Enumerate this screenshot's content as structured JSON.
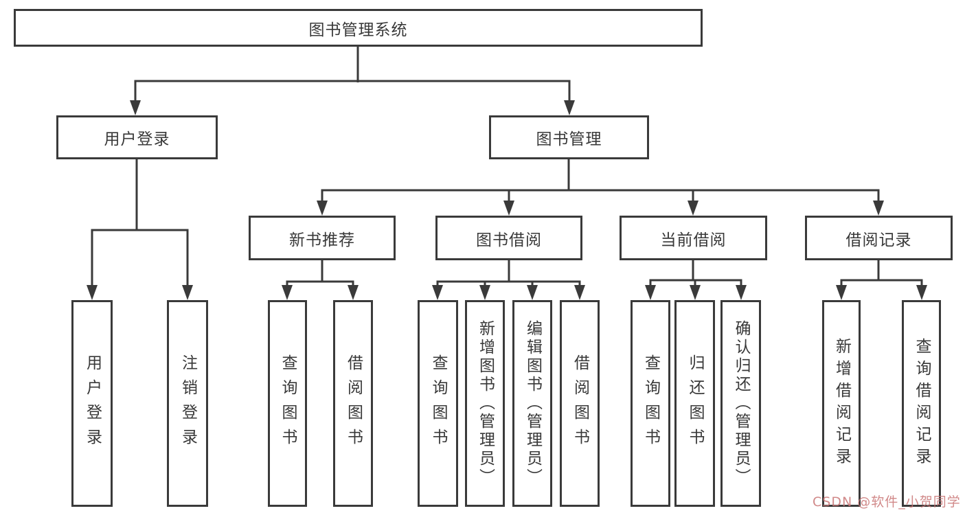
{
  "diagram": {
    "root": "图书管理系统",
    "level2": {
      "user_login": "用户登录",
      "book_mgmt": "图书管理"
    },
    "level3": {
      "new_book_rec": "新书推荐",
      "book_borrow": "图书借阅",
      "current_borrow": "当前借阅",
      "borrow_records": "借阅记录"
    },
    "leaves": {
      "login": "用户登录",
      "logout": "注销登录",
      "rec_query_book": "查询图书",
      "rec_borrow_book": "借阅图书",
      "bor_query_book": "查询图书",
      "bor_add_book": "新增图书（管理员）",
      "bor_edit_book": "编辑图书（管理员）",
      "bor_borrow_book": "借阅图书",
      "cur_query_book": "查询图书",
      "cur_return_book": "归还图书",
      "cur_confirm_return": "确认归还（管理员）",
      "log_add_record": "新增借阅记录",
      "log_query_record": "查询借阅记录"
    }
  },
  "watermark": "CSDN @软件_小贺同学",
  "colors": {
    "line": "#3a3a3a",
    "text": "#383838",
    "watermark_text": "#c97474",
    "background": "#ffffff"
  }
}
